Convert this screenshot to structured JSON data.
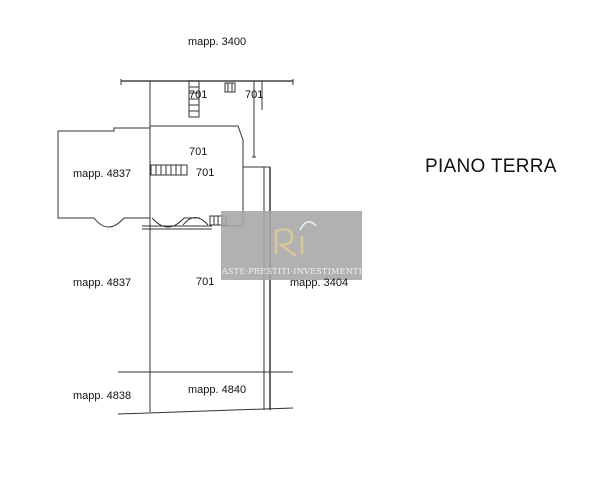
{
  "title": "PIANO TERRA",
  "labels": {
    "mapp_3400": "mapp. 3400",
    "plot_701_a": "701",
    "plot_701_b": "701",
    "plot_701_c": "701",
    "plot_701_d": "701",
    "plot_701_e": "701",
    "mapp_4837_top": "mapp. 4837",
    "mapp_4837_mid": "mapp. 4837",
    "mapp_3404": "mapp. 3404",
    "mapp_4838": "mapp. 4838",
    "mapp_4840": "mapp. 4840"
  },
  "watermark": {
    "text": "ASTE·PRESTITI·INVESTIMENTI",
    "box_color": "#a6a6a6",
    "logo_color": "#d9c79a"
  }
}
